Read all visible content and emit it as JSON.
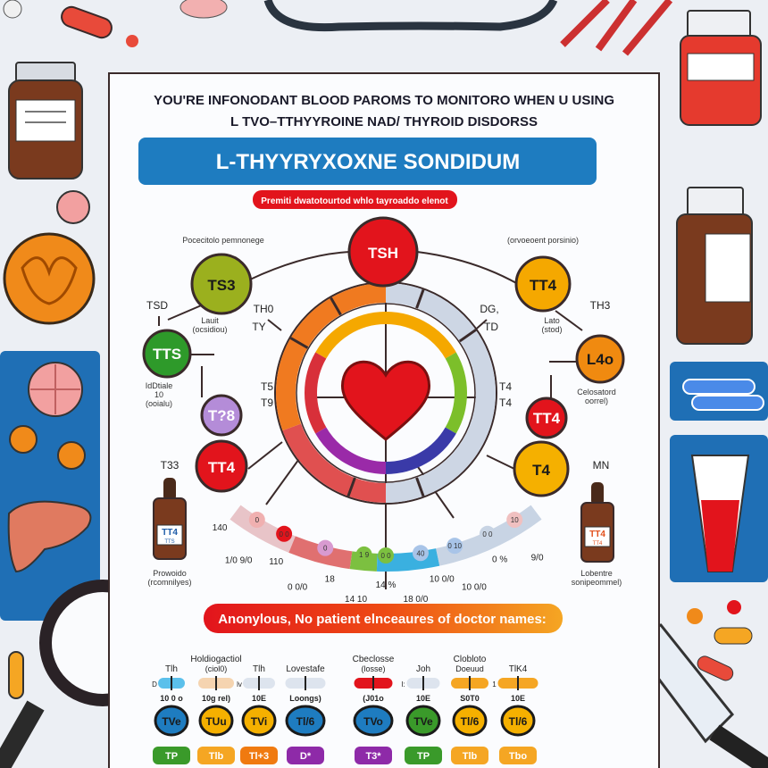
{
  "title_line1": "YOU'RE INFONODANT BLOOD PAROMS TO MONITORO WHEN U USING",
  "title_line2": "L TVO–TTHYYROINE NAD/ THYROID DISDORSS",
  "banner": "L-THYYRYXOXNE SONDIDUM",
  "subbanner": "Premiti dwatotourtod whlo tayroaddo elenot",
  "notice": "Anonylous, No patient elnceaures of doctor names:",
  "colors": {
    "banner": "#1e7cc0",
    "red": "#e2141c",
    "orange": "#f29a00",
    "green": "#2e9a2a",
    "olive": "#9bb01e",
    "purple": "#b48cd8",
    "panel": "#1f6fb5"
  },
  "nodes": {
    "tsh": "TSH",
    "ts3": "TS3",
    "tt4_top_right": "TT4",
    "tts": "TTS",
    "l4o": "L4o",
    "t8": "T?8",
    "tt4_left": "TT4",
    "tt4_right": "TT4",
    "t4": "T4"
  },
  "labels": {
    "top_left_caption": "Pocecitolo pemnonege",
    "top_right_caption": "(orvoeoent porsinio)",
    "tsd": "TSD",
    "lauit": "Lauit",
    "lauit_sub": "(ocsidiou)",
    "th3": "TH3",
    "lato": "Lato",
    "lato_sub": "(stod)",
    "tho": "TH0",
    "ty": "TY",
    "dg": "DG,",
    "td": "TD",
    "t5": "T5",
    "t9": "T9",
    "t4a": "T4",
    "t4b": "T4",
    "idoiale": "IdDtiale",
    "idoiale_10": "10",
    "idoiale_sub": "(ooialu)",
    "celosatod": "Celosatord",
    "celosatod_sub": "oorrel)",
    "t33": "T33",
    "mn": "MN",
    "bottle_left_1": "TT4",
    "bottle_left_2": "TTS",
    "bottle_right_1": "TT4",
    "bottle_right_2": "TT4",
    "prowido": "Prowoido",
    "prowido_sub": "(rcomnilyes)",
    "lobentre": "Lobentre",
    "lobentre_sub": "sonipeommel)"
  },
  "gauge_ticks": [
    "140",
    "1/0 9/0",
    "110",
    "0 0/0",
    "18",
    "14 10",
    "14 %",
    "18 0/0",
    "10 0/0",
    "10 0/0",
    "0 %",
    "9/0"
  ],
  "gauge_markers": [
    "0",
    "0 0",
    "0",
    "1 9",
    "0 0",
    "40",
    "0 10",
    "0 0",
    "10"
  ],
  "columns": [
    {
      "header": "Tlh",
      "header2": "",
      "mini": "D",
      "value": "10 0 o",
      "oval": "TVe",
      "pill": "TP",
      "bar": "#5bc0eb",
      "oval_color": "#1e7cc0",
      "pill_color": "#3a9a2a"
    },
    {
      "header": "Holdiogactiol",
      "header2": "(ciol0)",
      "mini": "",
      "value": "10g rel)",
      "oval": "TUu",
      "pill": "Tlb",
      "bar": "#f5d4b0",
      "oval_color": "#f5b000",
      "pill_color": "#f5a623"
    },
    {
      "header": "Tlh",
      "header2": "",
      "mini": "lv",
      "value": "10E",
      "oval": "TVi",
      "pill": "Tl+3",
      "bar": "#dde4ee",
      "oval_color": "#f5b000",
      "pill_color": "#f07a10"
    },
    {
      "header": "Lovestafe",
      "header2": "",
      "mini": "",
      "value": "Loongs)",
      "oval": "Tl/6",
      "pill": "D*",
      "bar": "#dde4ee",
      "oval_color": "#1e7cc0",
      "pill_color": "#8e2aa8"
    },
    {
      "header": "Cbeclosse",
      "header2": "(losse)",
      "mini": "",
      "value": "(J01o",
      "oval": "TVo",
      "pill": "T3*",
      "bar": "#e2141c",
      "oval_color": "#1e7cc0",
      "pill_color": "#8e2aa8"
    },
    {
      "header": "Joh",
      "header2": "",
      "mini": "I:",
      "value": "10E",
      "oval": "TVe",
      "pill": "TP",
      "bar": "#dde4ee",
      "oval_color": "#3a9a2a",
      "pill_color": "#3a9a2a"
    },
    {
      "header": "Clobloto",
      "header2": "Doeuud",
      "mini": "",
      "value": "S0T0",
      "oval": "Tl/6",
      "pill": "Tlb",
      "bar": "#f5a623",
      "oval_color": "#f5b000",
      "pill_color": "#f5a623"
    },
    {
      "header": "TlK4",
      "header2": "",
      "mini": "1",
      "value": "10E",
      "oval": "Tl/6",
      "pill": "Tbo",
      "bar": "#f5a623",
      "oval_color": "#f5b000",
      "pill_color": "#f5a623"
    }
  ]
}
